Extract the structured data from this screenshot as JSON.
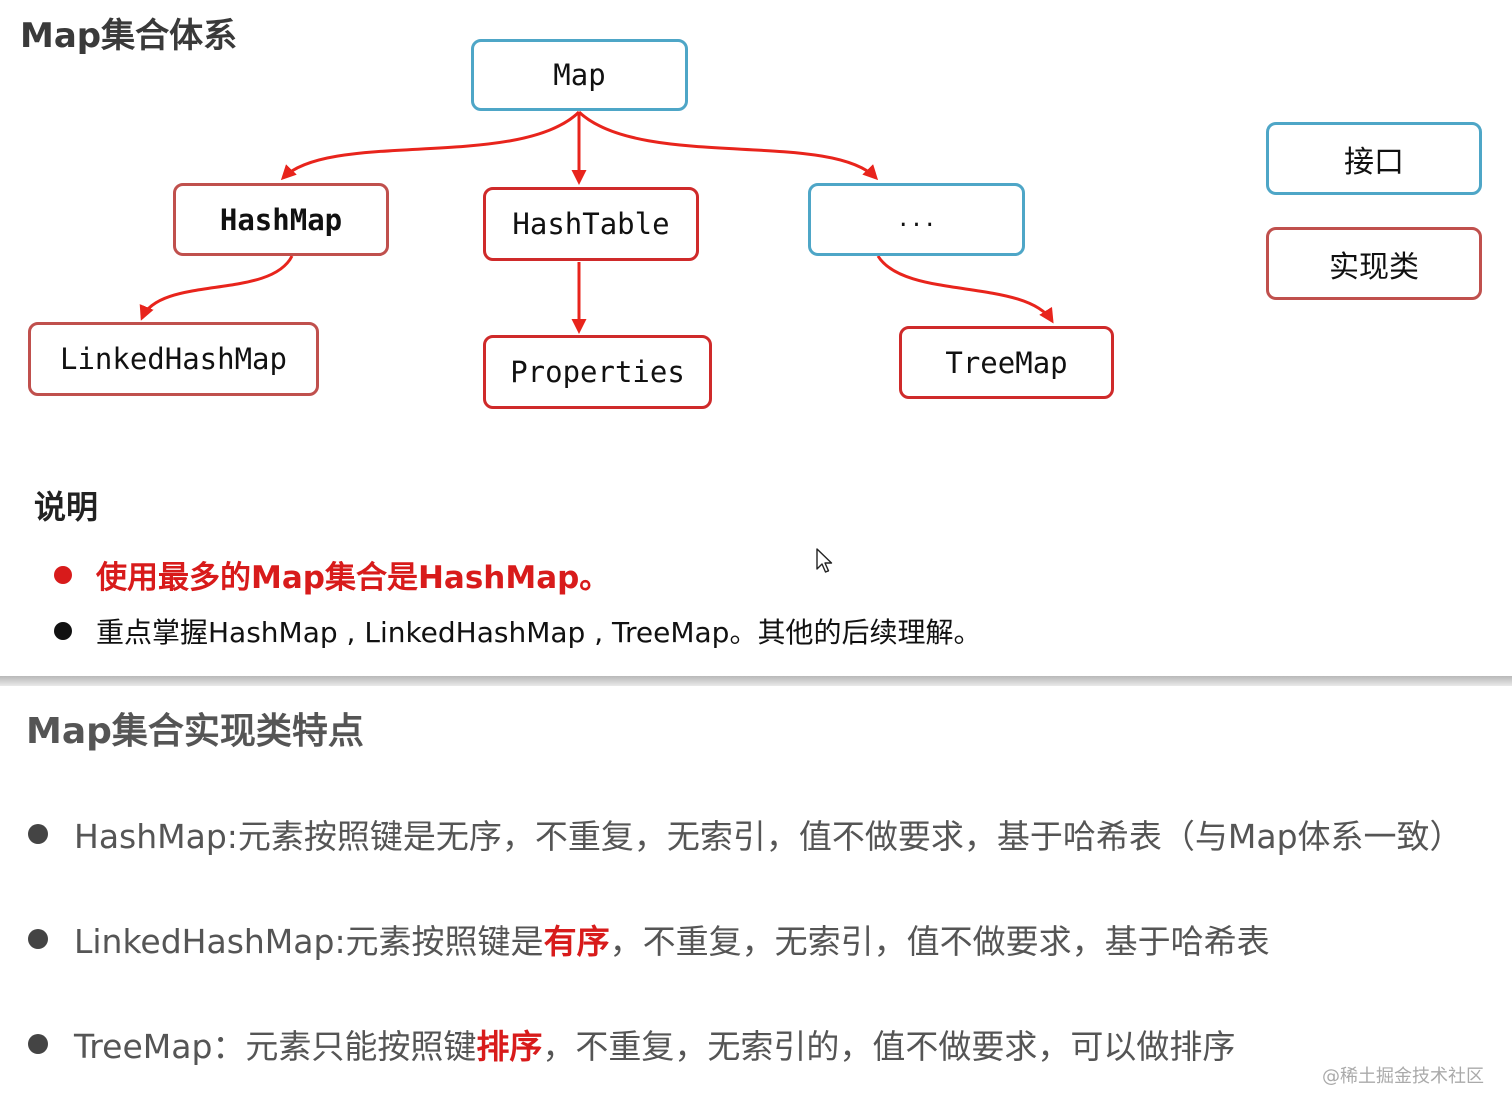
{
  "slide1": {
    "title": "Map集合体系",
    "nodes": {
      "map": "Map",
      "hashmap": "HashMap",
      "hashtable": "HashTable",
      "etc": "...",
      "linkedhashmap": "LinkedHashMap",
      "properties": "Properties",
      "treemap": "TreeMap"
    },
    "legend": {
      "interface": "接口",
      "impl": "实现类"
    },
    "notes_heading": "说明",
    "bullets": [
      "使用最多的Map集合是HashMap。",
      "重点掌握HashMap , LinkedHashMap , TreeMap。其他的后续理解。"
    ],
    "colors": {
      "interface_border": "#4ea6c7",
      "impl_border": "#c0504d",
      "arrow": "#e8241c",
      "highlight": "#d81b1b"
    }
  },
  "slide2": {
    "title": "Map集合实现类特点",
    "features": [
      {
        "before": "HashMap:元素按照键是无序，不重复，无索引，值不做要求，基于哈希表（与Map体系一致）",
        "highlight": "",
        "after": ""
      },
      {
        "before": "LinkedHashMap:元素按照键是",
        "highlight": "有序",
        "after": "，不重复，无索引，值不做要求，基于哈希表"
      },
      {
        "before": "TreeMap：元素只能按照键",
        "highlight": "排序",
        "after": "，不重复，无索引的，值不做要求，可以做排序"
      }
    ]
  },
  "watermark": "@稀土掘金技术社区"
}
